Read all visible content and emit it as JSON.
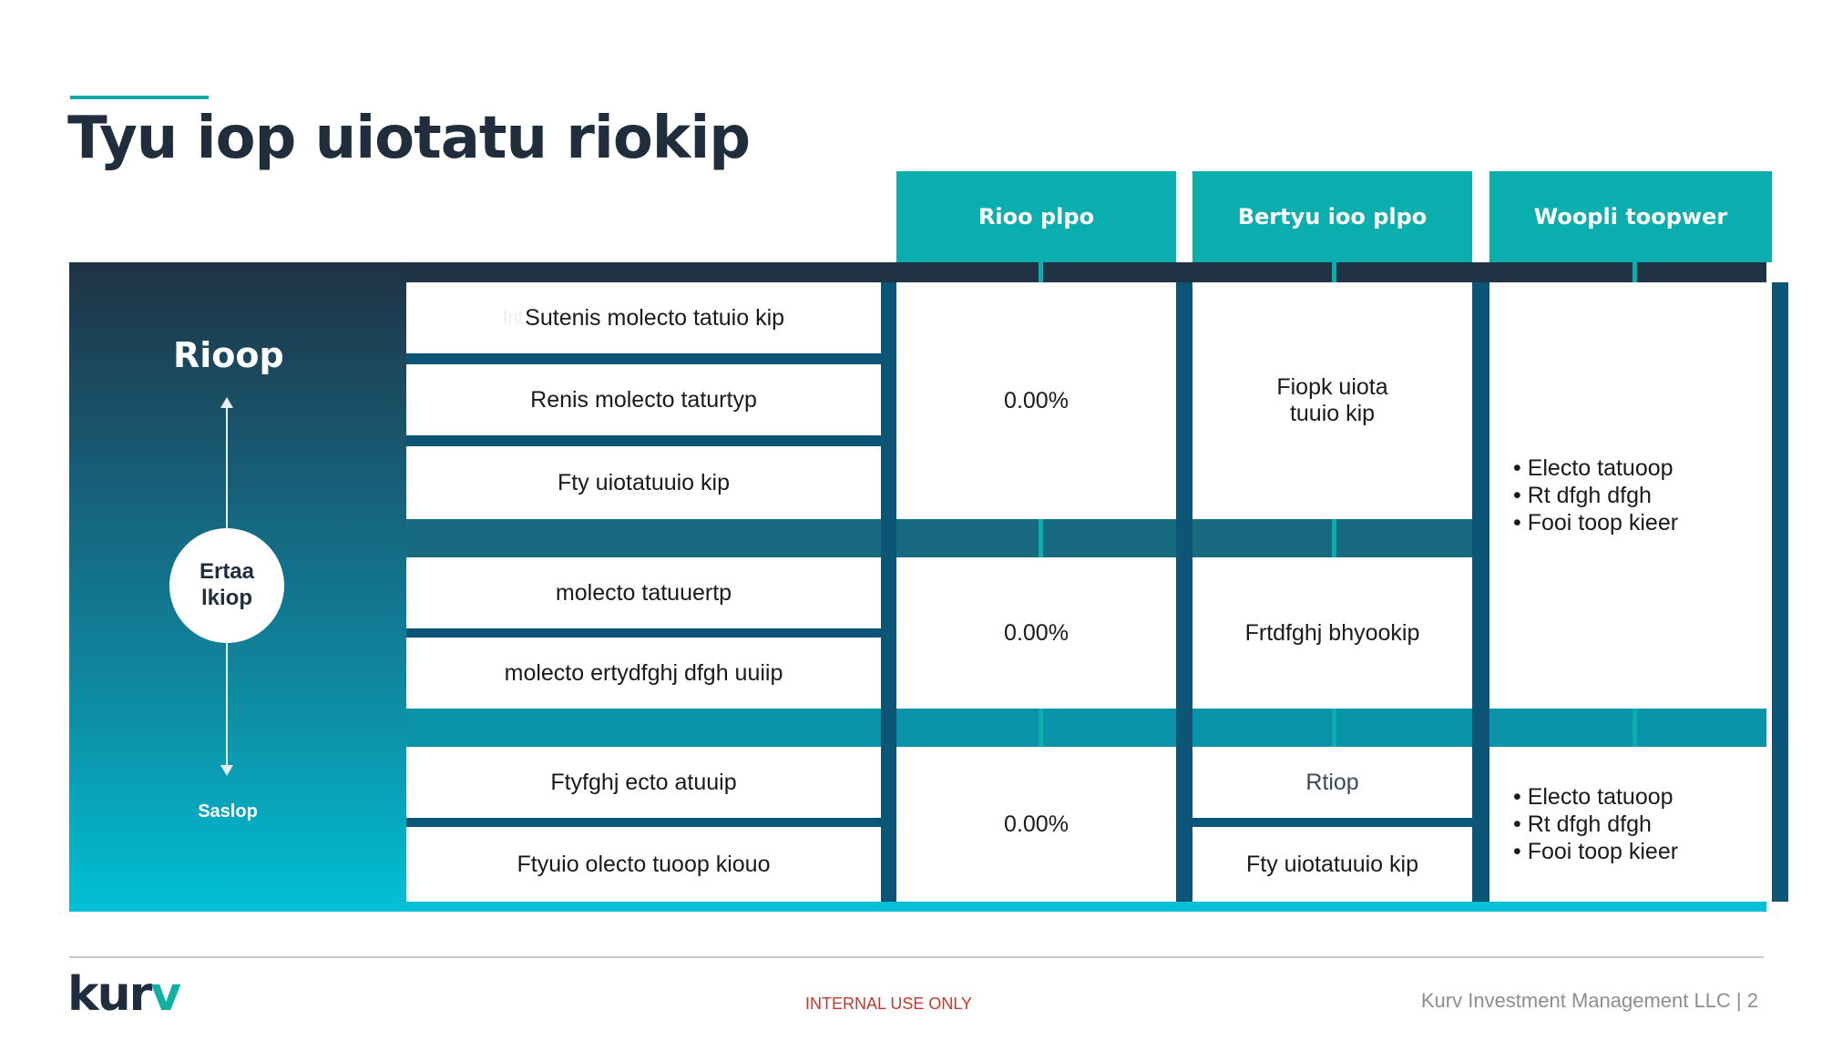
{
  "title": "Tyu iop uiotatu riokip",
  "columns": [
    "Rioo plpo",
    "Bertyu ioo plpo",
    "Woopli toopwer"
  ],
  "side": {
    "top_label": "Rioop",
    "circle_line1": "Ertaa",
    "circle_line2": "lkiop",
    "bottom_label": "Saslop"
  },
  "rows": {
    "r1": [
      "Sutenis molecto tatuio kip",
      "Renis molecto taturtyp",
      "Fty uiotatuuio kip"
    ],
    "r2": [
      "molecto tatuuertp",
      "molecto ertydfghj dfgh uuiip"
    ],
    "r3": [
      "Ftyfghj ecto atuuip",
      "Ftyuio olecto tuoop kiouo"
    ]
  },
  "ghost_text": "Int",
  "rates": [
    "0.00%",
    "0.00%",
    "0.00%"
  ],
  "col2": {
    "g1_line1": "Fiopk uiota",
    "g1_line2": "tuuio kip",
    "g2": "Frtdfghj bhyookip",
    "g3a": "Rtiop",
    "g3b": "Fty uiotatuuio kip"
  },
  "col3": {
    "top_bullets": [
      "• Electo tatuoop",
      "• Rt dfgh dfgh",
      "• Fooi toop kieer"
    ],
    "bottom_bullets": [
      "• Electo tatuoop",
      "• Rt dfgh dfgh",
      "• Fooi toop kieer"
    ]
  },
  "footer": {
    "logo_main": "kur",
    "logo_accent": "v",
    "internal": "INTERNAL USE ONLY",
    "company": "Kurv Investment Management LLC  |  2"
  },
  "colors": {
    "header_teal": "#0aaeae",
    "dark_navy": "#1f2d3d",
    "divider_blue": "#0d5577",
    "internal_red": "#c0392b"
  }
}
